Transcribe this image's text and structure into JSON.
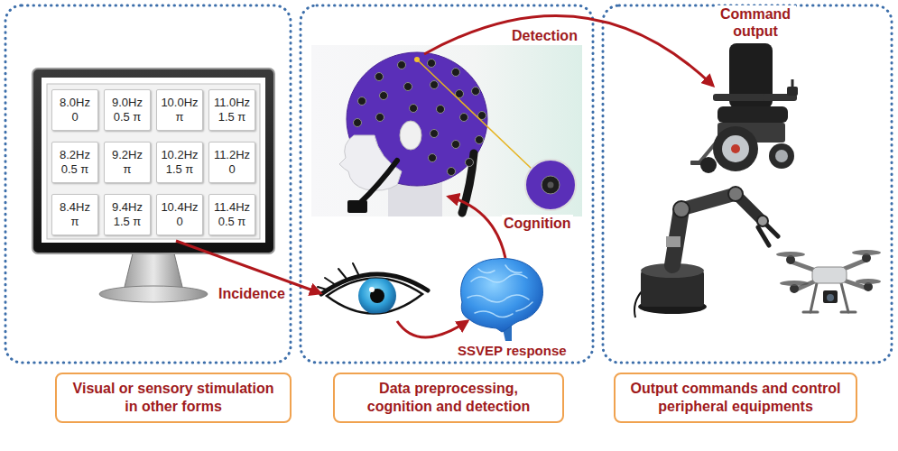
{
  "diagram": {
    "nodes": [
      {
        "text": [
          "8.0Hz",
          "0"
        ]
      },
      {
        "text": [
          "9.0Hz",
          "0.5 π"
        ]
      },
      {
        "text": [
          "10.0Hz",
          "π"
        ]
      },
      {
        "text": [
          "11.0Hz",
          "1.5 π"
        ]
      },
      {
        "text": [
          "8.2Hz",
          "0.5 π"
        ]
      },
      {
        "text": [
          "9.2Hz",
          "π"
        ]
      },
      {
        "text": [
          "10.2Hz",
          "1.5 π"
        ]
      },
      {
        "text": [
          "11.2Hz",
          "0"
        ]
      },
      {
        "text": [
          "8.4Hz",
          "π"
        ]
      },
      {
        "text": [
          "9.4Hz",
          "1.5 π"
        ]
      },
      {
        "text": [
          "10.4Hz",
          "0"
        ]
      },
      {
        "text": [
          "11.4Hz",
          "0.5 π"
        ]
      },
      {
        "text": [
          "Visual or sensory stimulation in other forms"
        ]
      },
      {
        "text": [
          "Data preprocessing, cognition and detection"
        ]
      },
      {
        "text": [
          "Output commands and control peripheral equipments"
        ]
      }
    ],
    "labels": [
      "Detection",
      "Command output",
      "Cognition",
      "Incidence",
      "SSVEP response"
    ]
  }
}
